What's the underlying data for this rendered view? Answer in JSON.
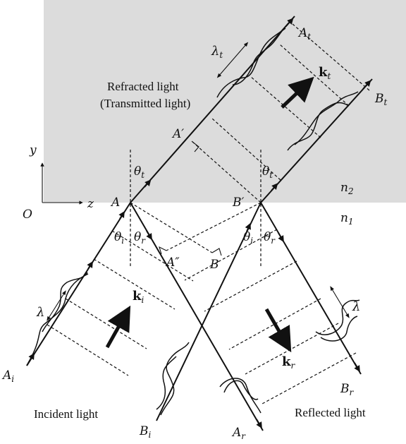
{
  "labels": {
    "refracted_line1": "Refracted light",
    "refracted_line2": "(Transmitted light)",
    "incident": "Incident light",
    "reflected": "Reflected light",
    "origin": "O",
    "y_axis": "y",
    "z_axis": "z",
    "n2": "n",
    "n2_sub": "2",
    "n1": "n",
    "n1_sub": "1",
    "A": "A",
    "A_prime": "A′",
    "A_double_prime": "A″",
    "B": "B",
    "B_prime": "B′",
    "A_t": "A",
    "A_t_sub": "t",
    "B_t": "B",
    "B_t_sub": "t",
    "A_i": "A",
    "A_i_sub": "i",
    "B_i": "B",
    "B_i_sub": "i",
    "A_r": "A",
    "A_r_sub": "r",
    "B_r": "B",
    "B_r_sub": "r",
    "k_t": "k",
    "k_t_sub": "t",
    "k_i": "k",
    "k_i_sub": "i",
    "k_r": "k",
    "k_r_sub": "r",
    "lambda": "λ",
    "lambda_t": "λ",
    "lambda_t_sub": "t",
    "theta": "θ",
    "theta_t_sub": "t",
    "theta_i_sub": "i",
    "theta_r_sub": "r"
  },
  "colors": {
    "medium2": "#dcdcdc",
    "ink": "#111111"
  }
}
